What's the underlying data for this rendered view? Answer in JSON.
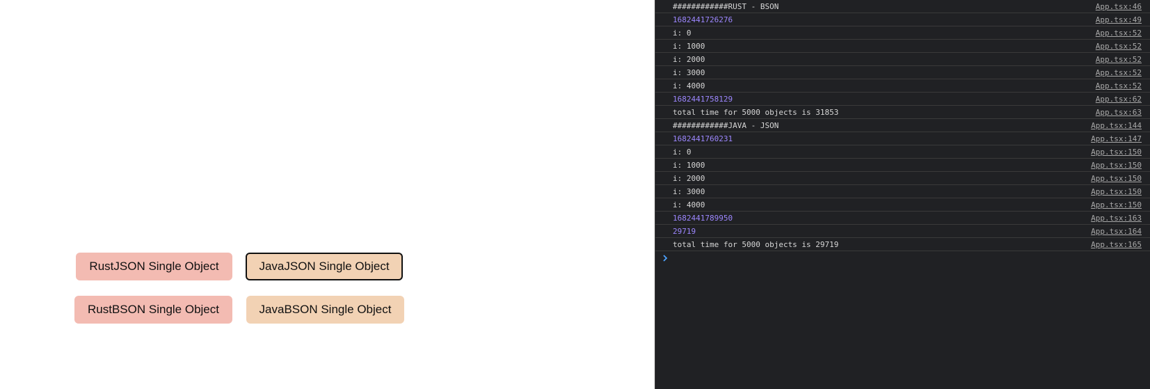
{
  "buttons": {
    "rust_json": "RustJSON Single Object",
    "java_json": "JavaJSON Single Object",
    "rust_bson": "RustBSON Single Object",
    "java_bson": "JavaBSON Single Object"
  },
  "console": {
    "rows": [
      {
        "message": "############RUST - BSON",
        "source": "App.tsx:46",
        "kind": "text"
      },
      {
        "message": "1682441726276",
        "source": "App.tsx:49",
        "kind": "number"
      },
      {
        "message": "i: 0",
        "source": "App.tsx:52",
        "kind": "text"
      },
      {
        "message": "i: 1000",
        "source": "App.tsx:52",
        "kind": "text"
      },
      {
        "message": "i: 2000",
        "source": "App.tsx:52",
        "kind": "text"
      },
      {
        "message": "i: 3000",
        "source": "App.tsx:52",
        "kind": "text"
      },
      {
        "message": "i: 4000",
        "source": "App.tsx:52",
        "kind": "text"
      },
      {
        "message": "1682441758129",
        "source": "App.tsx:62",
        "kind": "number"
      },
      {
        "message": "total time for 5000 objects is 31853",
        "source": "App.tsx:63",
        "kind": "text"
      },
      {
        "message": "############JAVA - JSON",
        "source": "App.tsx:144",
        "kind": "text"
      },
      {
        "message": "1682441760231",
        "source": "App.tsx:147",
        "kind": "number"
      },
      {
        "message": "i: 0",
        "source": "App.tsx:150",
        "kind": "text"
      },
      {
        "message": "i: 1000",
        "source": "App.tsx:150",
        "kind": "text"
      },
      {
        "message": "i: 2000",
        "source": "App.tsx:150",
        "kind": "text"
      },
      {
        "message": "i: 3000",
        "source": "App.tsx:150",
        "kind": "text"
      },
      {
        "message": "i: 4000",
        "source": "App.tsx:150",
        "kind": "text"
      },
      {
        "message": "1682441789950",
        "source": "App.tsx:163",
        "kind": "number"
      },
      {
        "message": "29719",
        "source": "App.tsx:164",
        "kind": "number"
      },
      {
        "message": "total time for 5000 objects is 29719",
        "source": "App.tsx:165",
        "kind": "text"
      }
    ],
    "prompt_icon": "chevron-right-icon",
    "colors": {
      "background": "#202124",
      "number": "#9d87ff",
      "text": "#d6d6d6",
      "prompt": "#4da3ff"
    }
  }
}
